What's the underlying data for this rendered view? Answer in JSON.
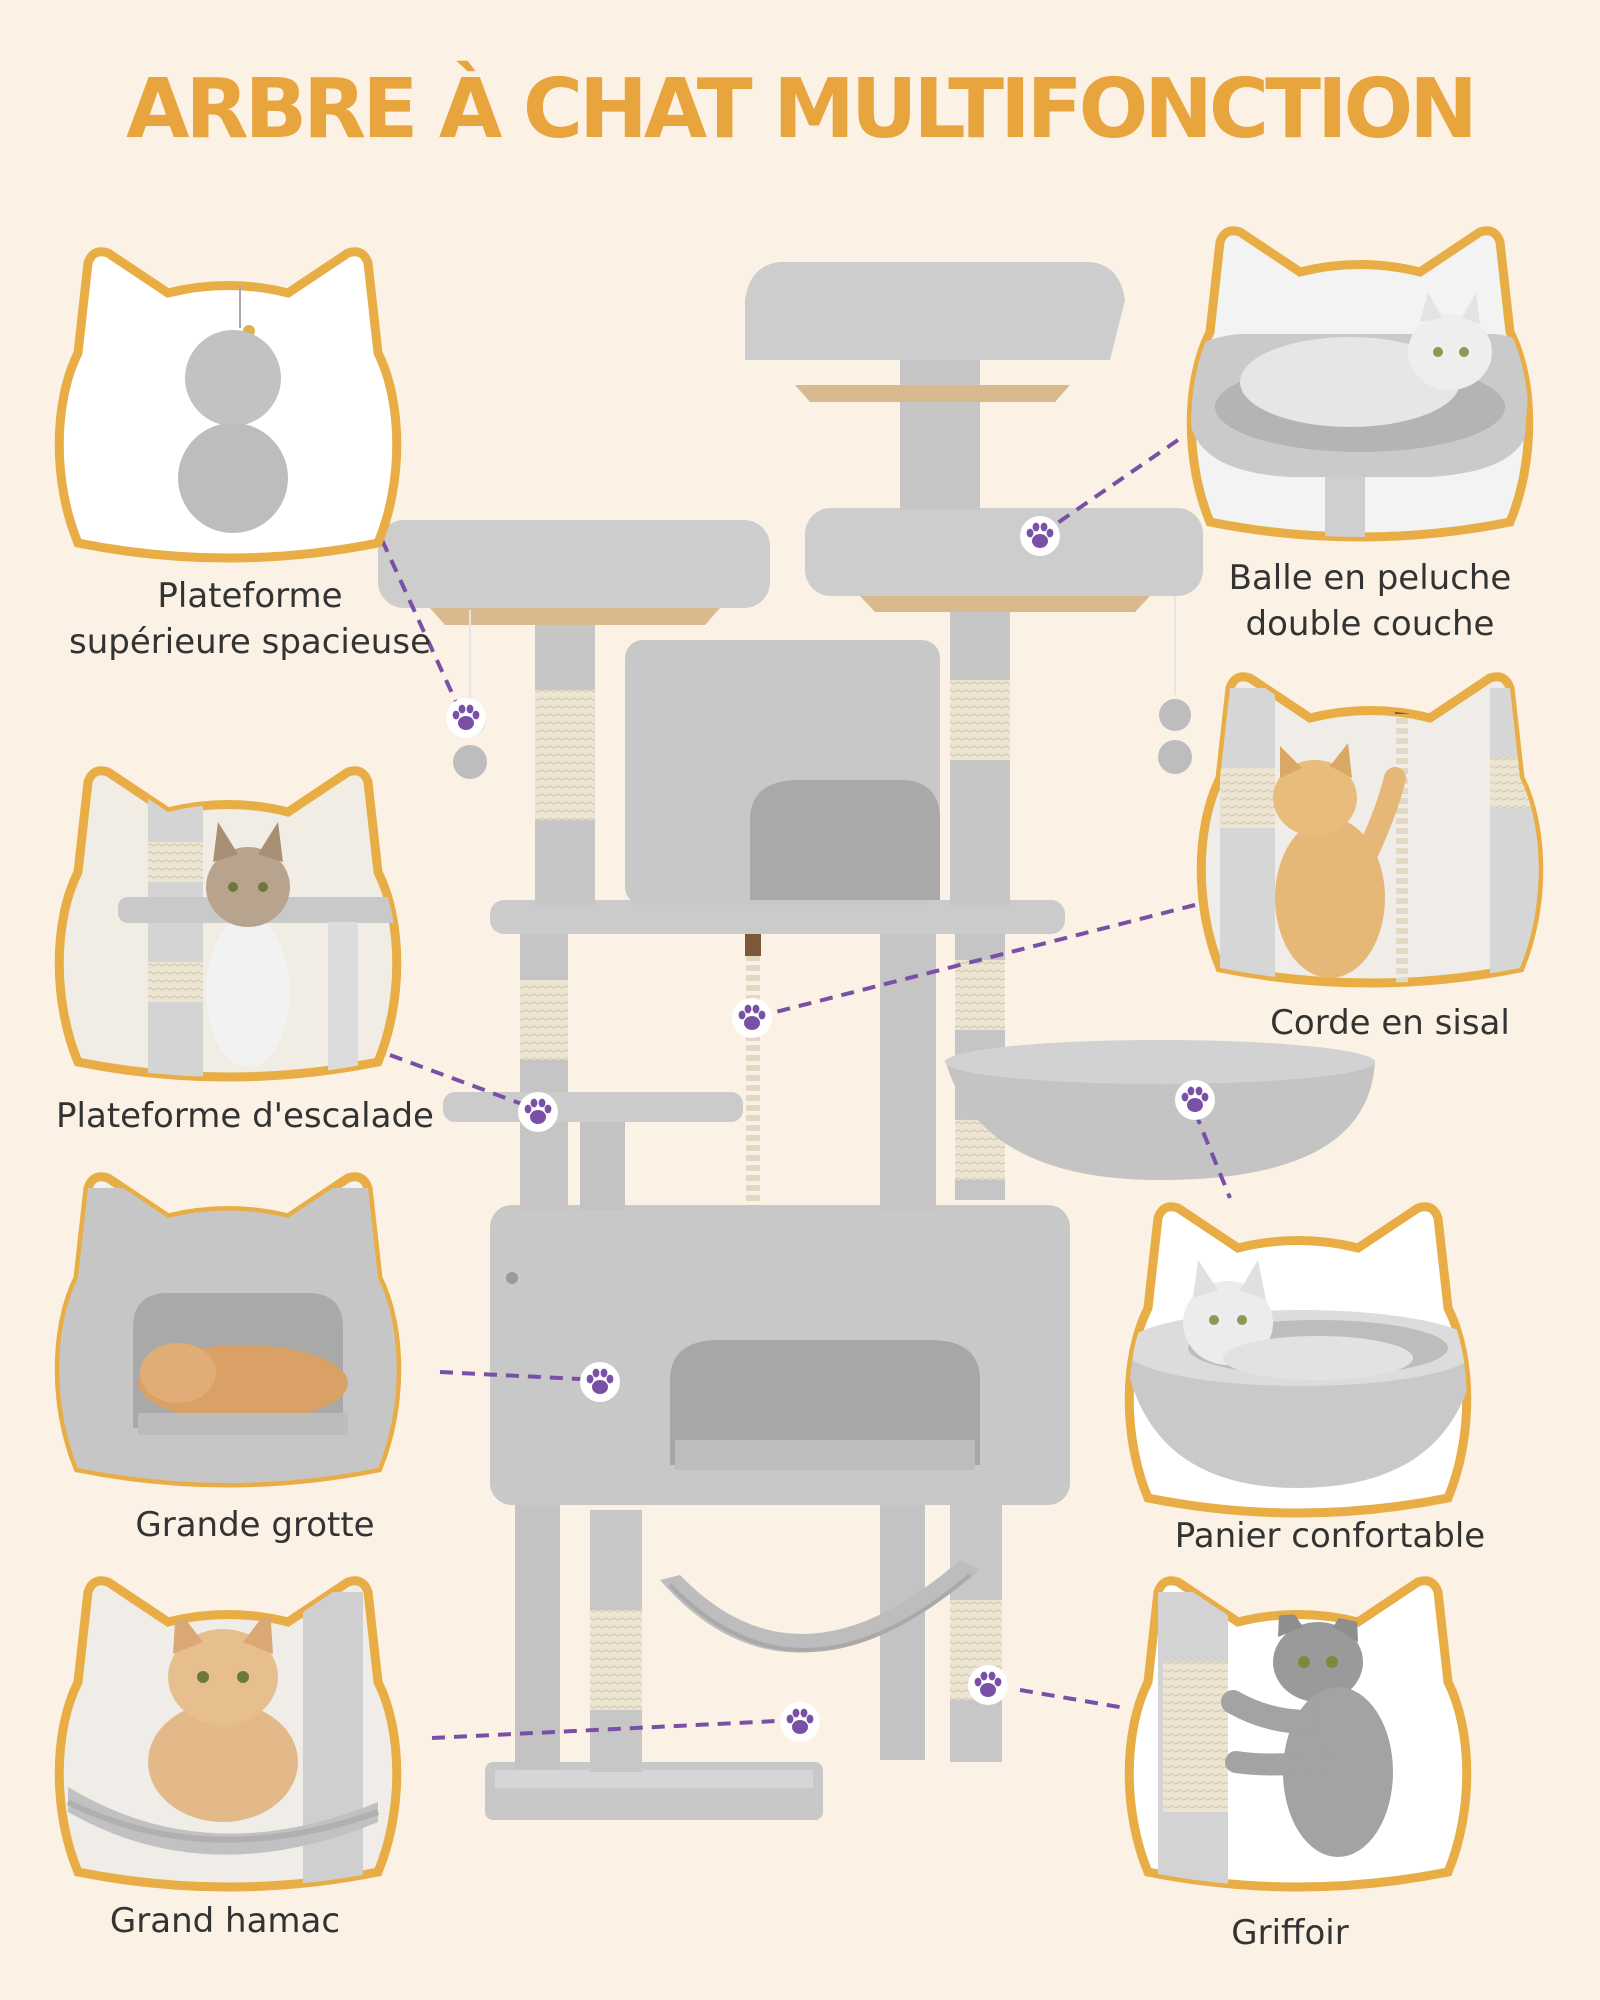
{
  "title": "ARBRE À CHAT MULTIFONCTION",
  "colors": {
    "background": "#fbf1e4",
    "title": "#e8a53e",
    "frame_border": "#e8ad45",
    "connector": "#7a4fa6",
    "plush": "#c9c9c9",
    "sisal": "#ece4d3"
  },
  "features": [
    {
      "label_1": "Plateforme",
      "label_2": "supérieure spacieuse",
      "icon": "pom-pom-balls"
    },
    {
      "label_1": "Balle en peluche",
      "label_2": "double couche",
      "icon": "cat-in-top-bed"
    },
    {
      "label_1": "Plateforme d'escalade",
      "icon": "cat-on-platform"
    },
    {
      "label_1": "Corde en sisal",
      "icon": "kitten-on-rope"
    },
    {
      "label_1": "Grande grotte",
      "icon": "cat-sleeping-in-condo"
    },
    {
      "label_1": "Panier confortable",
      "icon": "cat-in-basket"
    },
    {
      "label_1": "Grand hamac",
      "icon": "cat-in-hammock"
    },
    {
      "label_1": "Griffoir",
      "icon": "kitten-scratching-post"
    }
  ]
}
